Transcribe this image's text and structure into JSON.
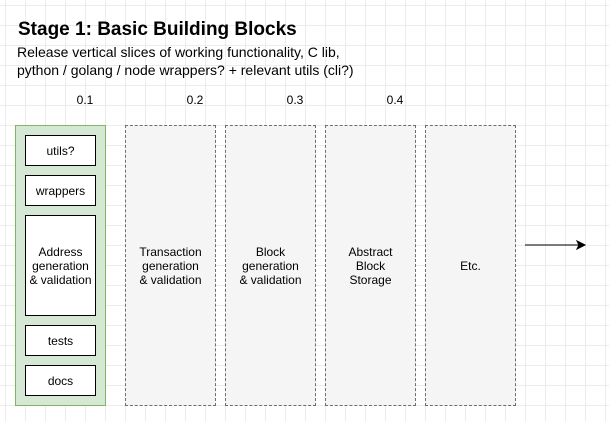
{
  "title": "Stage 1: Basic Building Blocks",
  "subtitle_lines": [
    "Release vertical slices of working functionality, C lib,",
    "python / golang / node wrappers? + relevant utils (cli?)"
  ],
  "versions": [
    "0.1",
    "0.2",
    "0.3",
    "0.4"
  ],
  "current_stage": {
    "blocks": [
      "utils?",
      "wrappers",
      "Address\ngeneration\n& validation",
      "tests",
      "docs"
    ]
  },
  "future_stages": [
    "Transaction\ngeneration\n& validation",
    "Block\ngeneration\n& validation",
    "Abstract\nBlock\nStorage",
    "Etc."
  ],
  "colors": {
    "current_fill": "#d5e8d4",
    "current_stroke": "#82b366",
    "future_fill": "#f5f5f5",
    "future_stroke": "#6e6e6e"
  }
}
